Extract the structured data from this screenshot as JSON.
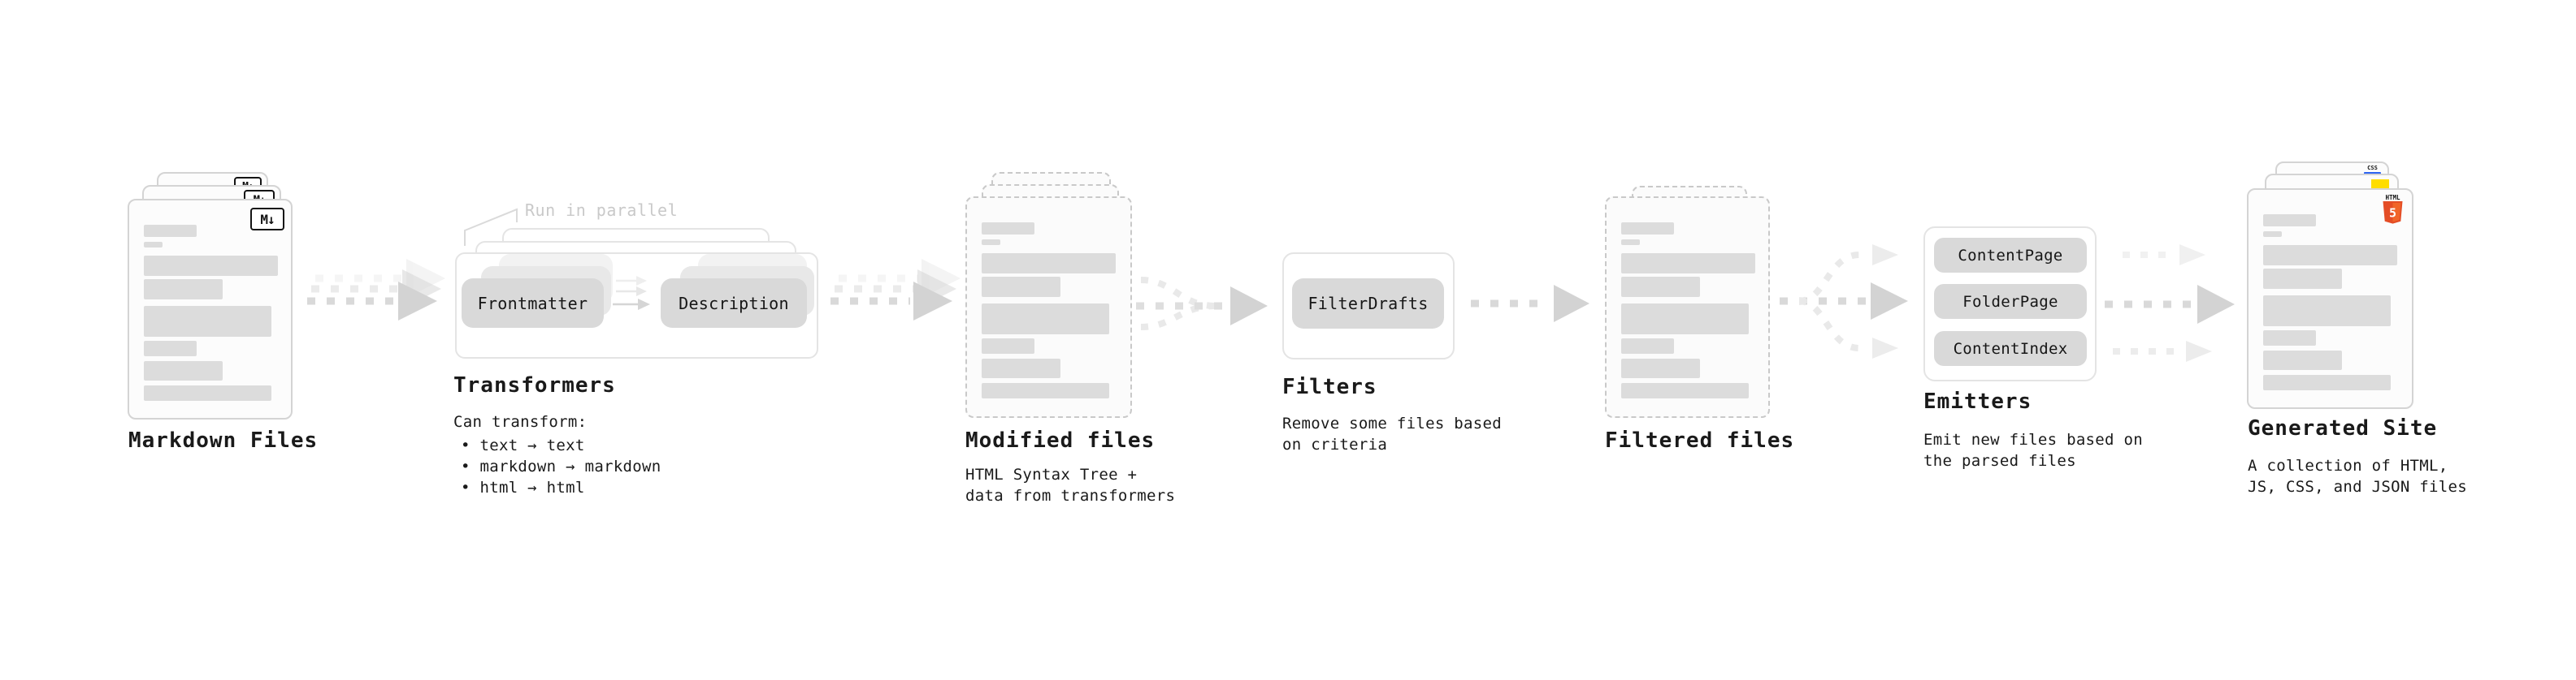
{
  "stages": {
    "markdown": {
      "label": "Markdown Files"
    },
    "transformers": {
      "title": "Transformers",
      "annotation": "Run in parallel",
      "pill_left": "Frontmatter",
      "pill_right": "Description",
      "desc_heading": "Can transform:",
      "bullets": [
        "• text → text",
        "• markdown → markdown",
        "• html → html"
      ]
    },
    "modified": {
      "label": "Modified files",
      "desc": "HTML Syntax Tree +\ndata from transformers"
    },
    "filters": {
      "title": "Filters",
      "pill": "FilterDrafts",
      "desc": "Remove some files based\non criteria"
    },
    "filtered": {
      "label": "Filtered files"
    },
    "emitters": {
      "title": "Emitters",
      "pills": [
        "ContentPage",
        "FolderPage",
        "ContentIndex"
      ],
      "desc": "Emit new files based on\nthe parsed files"
    },
    "generated": {
      "label": "Generated Site",
      "desc": "A collection of HTML,\nJS, CSS, and JSON files"
    }
  },
  "icons": {
    "markdown_label": "M↓",
    "html5_label": "HTML",
    "html5_number": "5",
    "css_label": "CSS"
  },
  "colors": {
    "pill_gray": "#d9d9d9",
    "bar_gray": "#dcdcdc",
    "js_yellow": "#ffdd00",
    "css_blue": "#2c63f1",
    "html_orange": "#e44d26",
    "html_orange_light": "#f16529",
    "text": "#1a1a1a",
    "muted": "#c9c9c9"
  }
}
